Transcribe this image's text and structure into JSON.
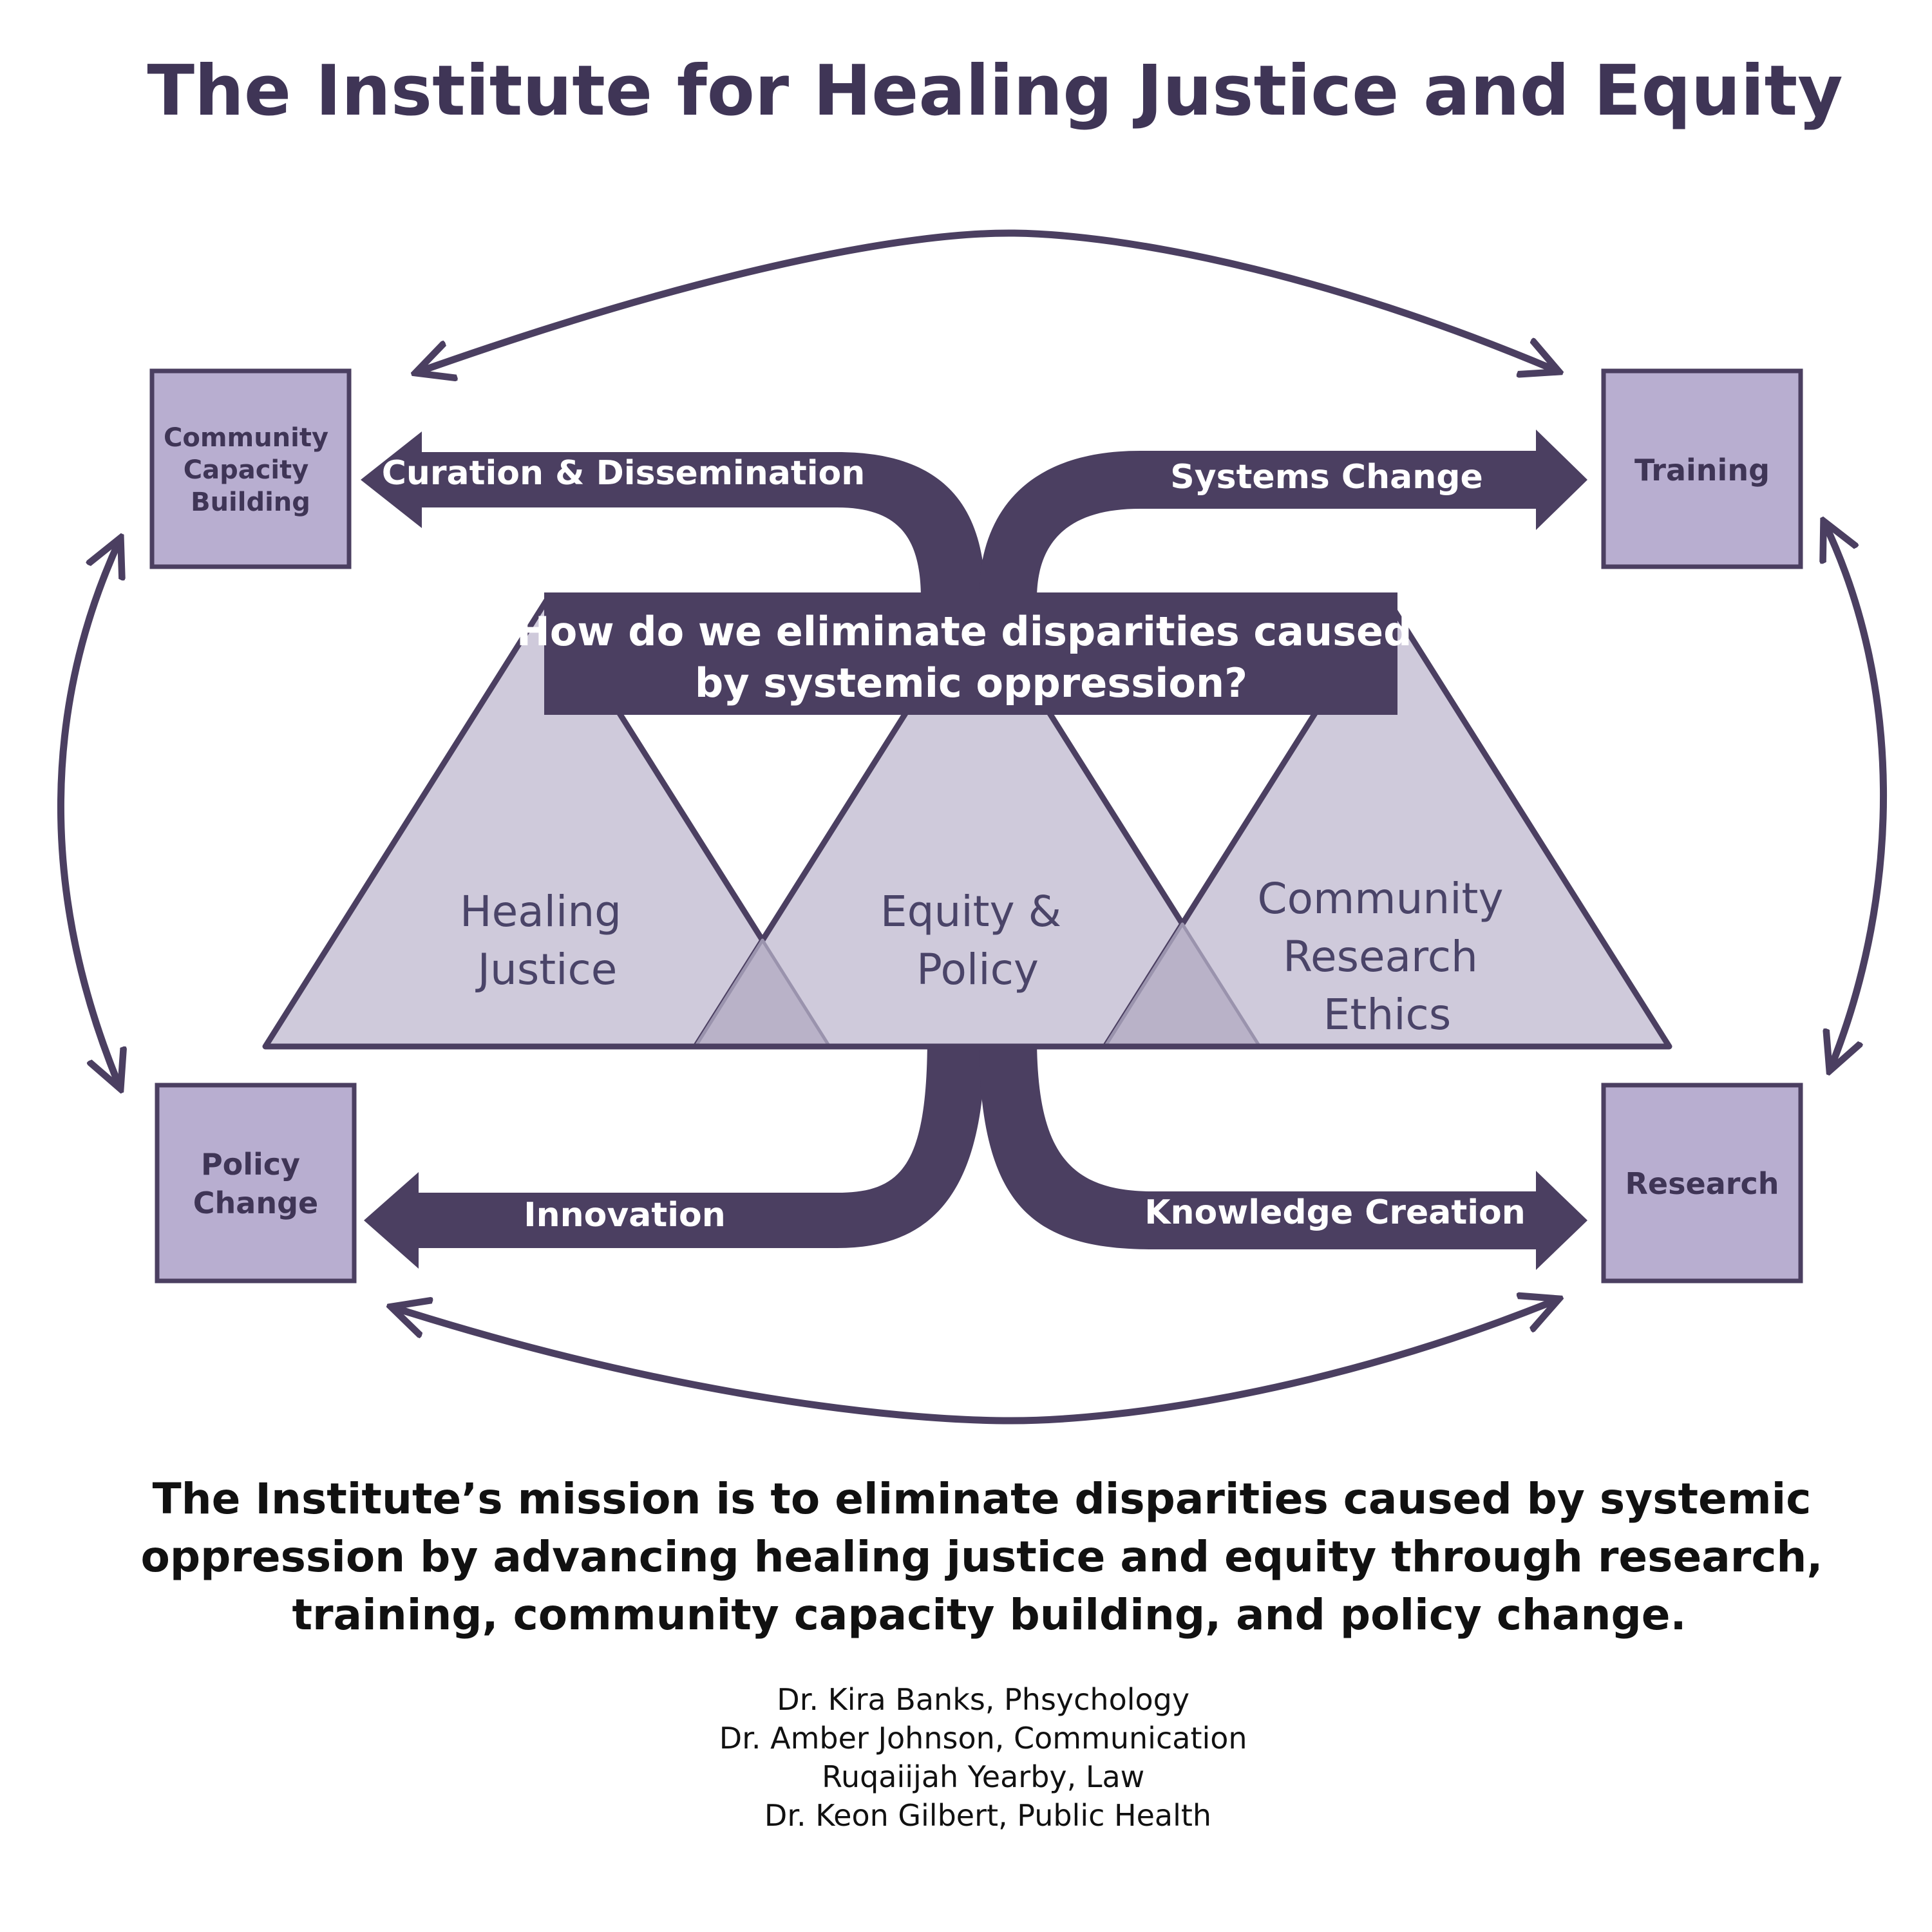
{
  "title": "The Institute for Healing Justice and Equity",
  "question": {
    "line1": "How do we eliminate disparities caused",
    "line2": "by systemic oppression?"
  },
  "boxes": {
    "community_capacity": [
      "Community",
      "Capacity",
      "Building"
    ],
    "training": "Training",
    "policy_change": [
      "Policy",
      "Change"
    ],
    "research": "Research"
  },
  "arrows": {
    "curation": "Curation & Dissemination",
    "systems_change": "Systems Change",
    "innovation": "Innovation",
    "knowledge_creation": "Knowledge Creation"
  },
  "triangles": {
    "healing_justice": [
      "Healing",
      "Justice"
    ],
    "equity_policy": [
      "Equity &",
      "Policy"
    ],
    "community_research": [
      "Community",
      "Research",
      "Ethics"
    ]
  },
  "mission": [
    "The Institute’s mission is to eliminate disparities caused by systemic",
    "oppression by advancing healing justice and equity through research,",
    "training, community capacity building, and policy change."
  ],
  "authors": [
    "Dr. Kira Banks, Phsychology",
    "Dr. Amber Johnson, Communication",
    "Ruqaiijah Yearby, Law",
    "Dr. Keon Gilbert, Public Health"
  ],
  "colors": {
    "dark_purple": "#4b3f61",
    "box_fill": "#b8aed0",
    "triangle_fill": "#cfcadb",
    "overlap_fill": "#b9b2c8"
  }
}
